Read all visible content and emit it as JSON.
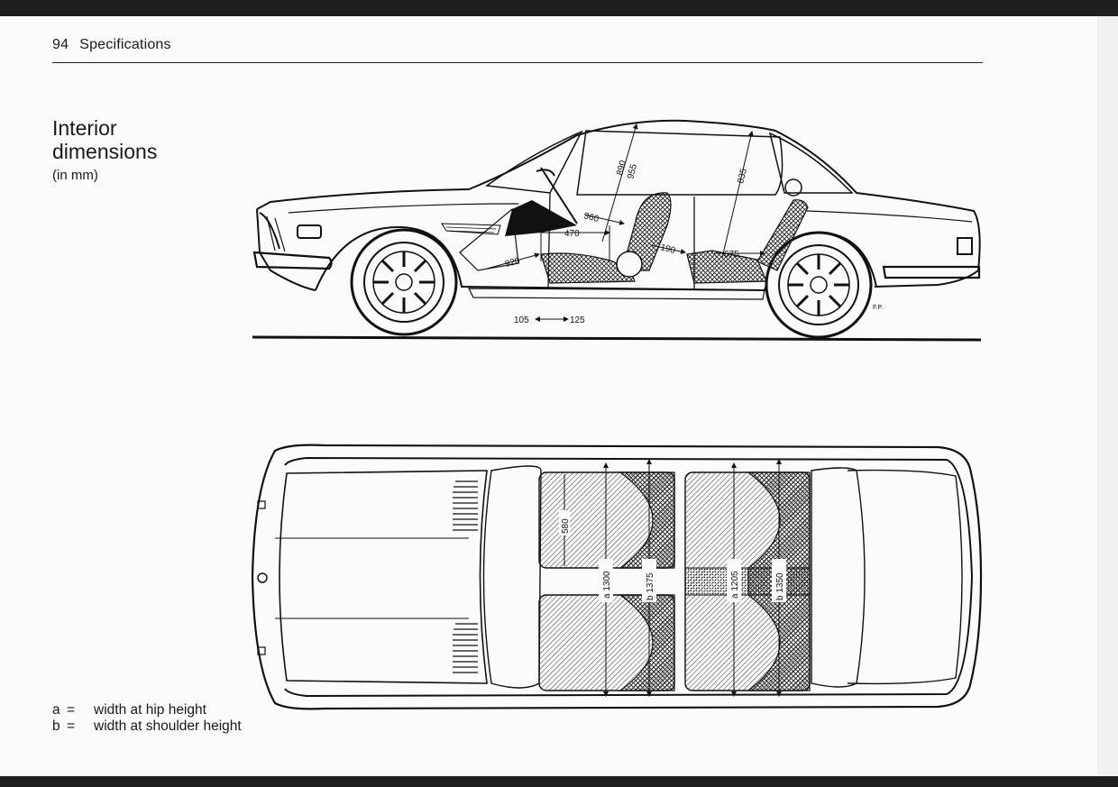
{
  "page": {
    "number": "94",
    "section": "Specifications"
  },
  "heading": {
    "line1": "Interior",
    "line2": "dimensions",
    "unit": "(in mm)"
  },
  "legend": [
    {
      "key": "a",
      "sep": "=",
      "text": "width at hip height"
    },
    {
      "key": "b",
      "sep": "=",
      "text": "width at shoulder height"
    }
  ],
  "side_view": {
    "dims": {
      "headroom_front_a": "890",
      "headroom_front_b": "955",
      "headroom_rear": "835",
      "steering_to_seat": "360",
      "seat_travel": "470",
      "seat_to_rear": "190",
      "rear_legroom": "675",
      "pedal_to_seat": "920",
      "seat_adjust_fwd": "105",
      "seat_adjust_back": "125",
      "artist_mark": "F.P."
    }
  },
  "top_view": {
    "dims": {
      "seat_depth": "580",
      "front_a": "a 1300",
      "front_b": "b 1375",
      "rear_a": "a 1205",
      "rear_b": "b 1350"
    }
  }
}
